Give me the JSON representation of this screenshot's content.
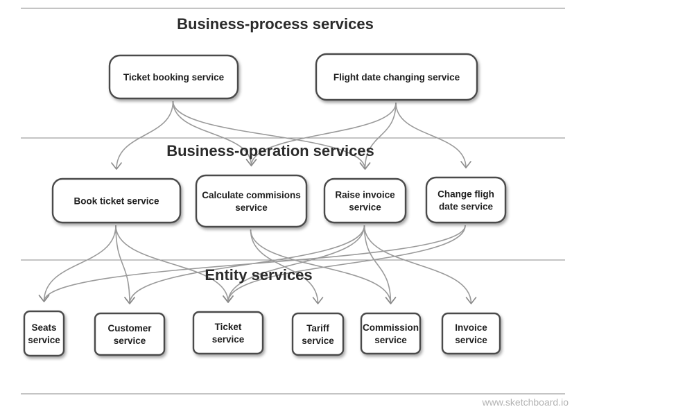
{
  "sections": [
    {
      "key": "process",
      "title": "Business-process services"
    },
    {
      "key": "operation",
      "title": "Business-operation services"
    },
    {
      "key": "entity",
      "title": "Entity services"
    }
  ],
  "nodes": [
    {
      "id": "ticket-booking",
      "layer": "process",
      "lines": [
        "Ticket booking service"
      ]
    },
    {
      "id": "flight-date-changing",
      "layer": "process",
      "lines": [
        "Flight date changing service"
      ]
    },
    {
      "id": "book-ticket",
      "layer": "operation",
      "lines": [
        "Book ticket service"
      ]
    },
    {
      "id": "calculate-commisions",
      "layer": "operation",
      "lines": [
        "Calculate commisions",
        "service"
      ]
    },
    {
      "id": "raise-invoice",
      "layer": "operation",
      "lines": [
        "Raise invoice",
        "service"
      ]
    },
    {
      "id": "change-flight-date",
      "layer": "operation",
      "lines": [
        "Change fligh",
        "date service"
      ]
    },
    {
      "id": "seats",
      "layer": "entity",
      "lines": [
        "Seats",
        "service"
      ]
    },
    {
      "id": "customer",
      "layer": "entity",
      "lines": [
        "Customer",
        "service"
      ]
    },
    {
      "id": "ticket",
      "layer": "entity",
      "lines": [
        "Ticket",
        "service"
      ]
    },
    {
      "id": "tariff",
      "layer": "entity",
      "lines": [
        "Tariff",
        "service"
      ]
    },
    {
      "id": "commission",
      "layer": "entity",
      "lines": [
        "Commission",
        "service"
      ]
    },
    {
      "id": "invoice",
      "layer": "entity",
      "lines": [
        "Invoice",
        "service"
      ]
    }
  ],
  "edges": [
    {
      "from": "ticket-booking",
      "to": "book-ticket"
    },
    {
      "from": "ticket-booking",
      "to": "calculate-commisions"
    },
    {
      "from": "ticket-booking",
      "to": "raise-invoice"
    },
    {
      "from": "flight-date-changing",
      "to": "calculate-commisions"
    },
    {
      "from": "flight-date-changing",
      "to": "raise-invoice"
    },
    {
      "from": "flight-date-changing",
      "to": "change-flight-date"
    },
    {
      "from": "book-ticket",
      "to": "seats"
    },
    {
      "from": "book-ticket",
      "to": "customer"
    },
    {
      "from": "book-ticket",
      "to": "ticket"
    },
    {
      "from": "calculate-commisions",
      "to": "tariff"
    },
    {
      "from": "calculate-commisions",
      "to": "commission"
    },
    {
      "from": "raise-invoice",
      "to": "customer"
    },
    {
      "from": "raise-invoice",
      "to": "ticket"
    },
    {
      "from": "raise-invoice",
      "to": "commission"
    },
    {
      "from": "raise-invoice",
      "to": "invoice"
    },
    {
      "from": "change-flight-date",
      "to": "seats"
    },
    {
      "from": "change-flight-date",
      "to": "ticket"
    }
  ],
  "watermark": "www.sketchboard.io",
  "colors": {
    "box_stroke": "#4a4a4a",
    "edge": "#9a9a9a",
    "divider": "#8a8a8a",
    "watermark": "#b3b3b3"
  }
}
